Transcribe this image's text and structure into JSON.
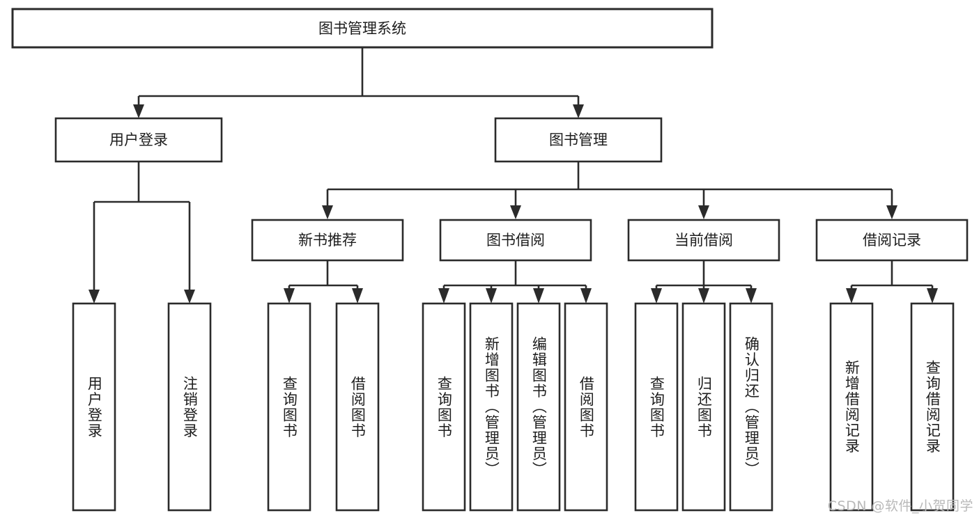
{
  "diagram": {
    "type": "tree",
    "title": "图书管理系统",
    "watermark": "CSDN @软件_小贺同学",
    "colors": {
      "stroke": "#2b2b2b",
      "fill": "#ffffff",
      "text": "#1d1d1d",
      "watermark": "#b9b9b9"
    },
    "root": {
      "label": "图书管理系统"
    },
    "level2": [
      {
        "label": "用户登录"
      },
      {
        "label": "图书管理"
      }
    ],
    "level3": [
      {
        "label": "新书推荐"
      },
      {
        "label": "图书借阅"
      },
      {
        "label": "当前借阅"
      },
      {
        "label": "借阅记录"
      }
    ],
    "leaves": {
      "user_login": [
        {
          "label": "用户登录"
        },
        {
          "label": "注销登录"
        }
      ],
      "new_book": [
        {
          "label": "查询图书"
        },
        {
          "label": "借阅图书"
        }
      ],
      "book_borrow": [
        {
          "label": "查询图书"
        },
        {
          "label": "新增图书（管理员）"
        },
        {
          "label": "编辑图书（管理员）"
        },
        {
          "label": "借阅图书"
        }
      ],
      "current_borrow": [
        {
          "label": "查询图书"
        },
        {
          "label": "归还图书"
        },
        {
          "label": "确认归还（管理员）"
        }
      ],
      "borrow_record": [
        {
          "label": "新增借阅记录"
        },
        {
          "label": "查询借阅记录"
        }
      ]
    }
  }
}
